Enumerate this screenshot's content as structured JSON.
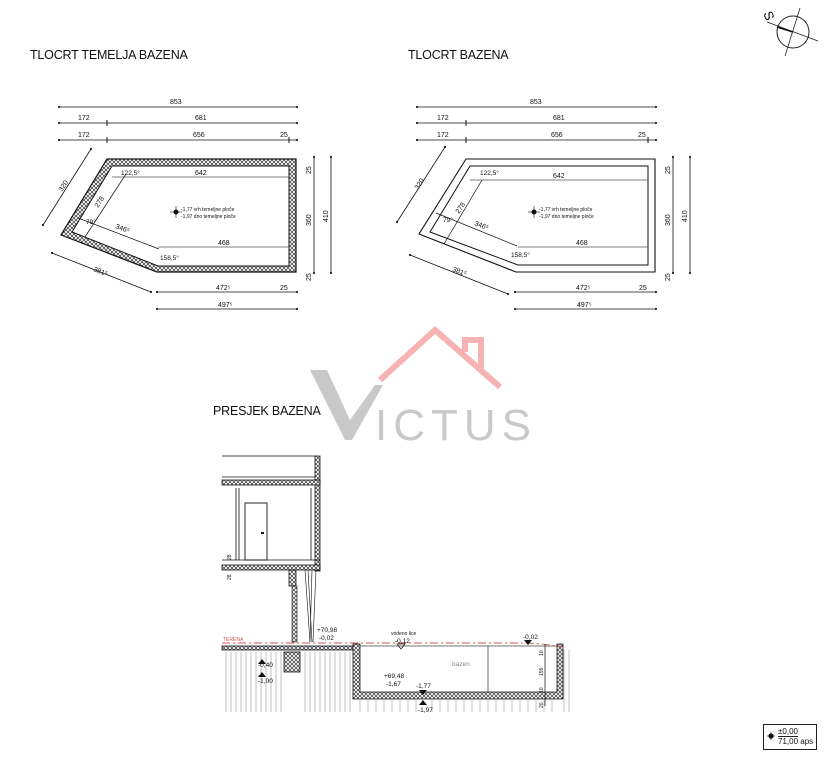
{
  "titles": {
    "foundation_plan": "TLOCRT TEMELJA BAZENA",
    "pool_plan": "TLOCRT BAZENA",
    "section": "PRESJEK BAZENA"
  },
  "north_arrow": {
    "label": "S",
    "icon": "north-arrow-icon"
  },
  "watermark": {
    "text": "VICTUS",
    "roof_color": "#f8b4b4",
    "text_color": "#c8c8c8"
  },
  "plan_dimensions": {
    "overall_width": "853",
    "row2": [
      "172",
      "681"
    ],
    "row3": [
      "172",
      "656",
      "25"
    ],
    "inner_top": "642",
    "inner_bottom": "468",
    "right_inner": [
      "25",
      "360",
      "25"
    ],
    "right_total": "410",
    "bottom_row1": [
      "472⁵",
      "25"
    ],
    "bottom_row2": "497⁵",
    "diag_outer": "320",
    "diag_inner": "278",
    "diag_bottom_inner": "346⁵",
    "diag_bottom_outer": "381⁵",
    "angle_top": "122,5°",
    "angle_left": "79°",
    "angle_bottom": "158,5°"
  },
  "plan_levels": {
    "top": "-1,77 vrh temeljne ploče",
    "bottom": "-1,97 dno temeljne ploče"
  },
  "section": {
    "terrain_label": "TERENA",
    "water_label": "vodeno lice",
    "pool_label": "bazen",
    "slab_dims": [
      "28",
      "28"
    ],
    "right_dims": [
      "10",
      "155",
      "10",
      "20"
    ],
    "levels": {
      "abs_top": "+70,98",
      "top_rel": "-0,02",
      "water": "-0,12",
      "right_edge": "-0,02",
      "ground_a": "-0,40",
      "ground_b": "-1,00",
      "abs_floor": "+69,48",
      "floor": "-1,67",
      "slab_top": "-1,77",
      "slab_bottom": "-1,97"
    }
  },
  "legend": {
    "line1": "±0,00",
    "line2": "71,00 aps"
  },
  "colors": {
    "line": "#111111",
    "terrain_line": "#d9534f"
  }
}
